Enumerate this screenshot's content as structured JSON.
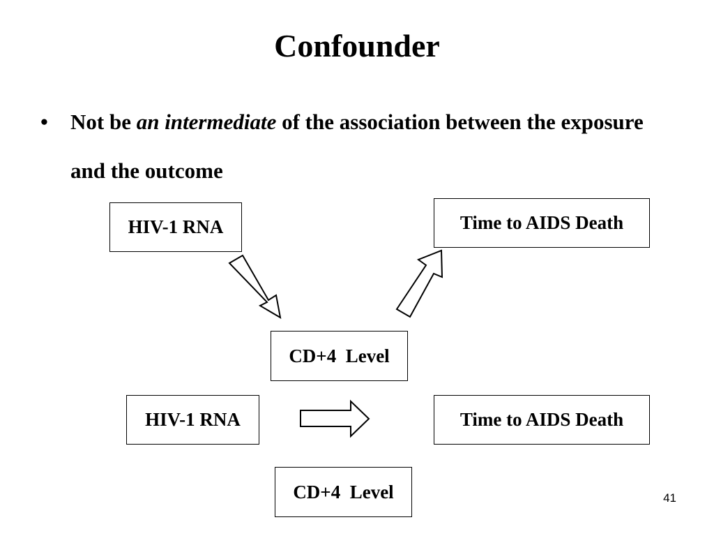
{
  "slide": {
    "title": "Confounder",
    "bullet": {
      "marker": "•",
      "text_before": "Not be ",
      "emphasis": "an intermediate",
      "text_after": " of the association between the exposure and the outcome"
    },
    "page_number": "41"
  },
  "diagram_top": {
    "exposure": "HIV-1 RNA",
    "outcome": "Time to AIDS Death",
    "intermediate": "CD+4  Level"
  },
  "diagram_bottom": {
    "exposure": "HIV-1 RNA",
    "outcome": "Time to AIDS Death",
    "third_variable": "CD+4  Level"
  }
}
